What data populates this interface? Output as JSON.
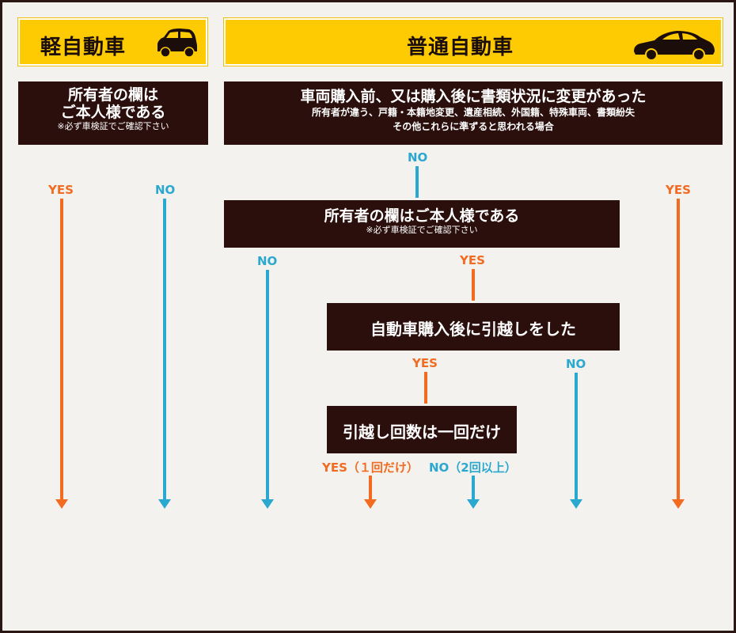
{
  "headers": {
    "kei": "軽自動車",
    "regular": "普通自動車"
  },
  "boxes": {
    "kei_question": {
      "line1": "所有者の欄は",
      "line2": "ご本人様である",
      "note": "※必ず車検証でご確認下さい"
    },
    "regular_question": {
      "line1": "車両購入前、又は購入後に書類状況に変更があった",
      "line2": "所有者が違う、戸籍・本籍地変更、遺産相続、外国籍、特殊車両、書類紛失",
      "line3": "その他これらに準ずると思われる場合"
    },
    "owner_question": {
      "line1": "所有者の欄はご本人様である",
      "note": "※必ず車検証でご確認下さい"
    },
    "moved_question": {
      "line1": "自動車購入後に引越しをした"
    },
    "moved_once_question": {
      "line1": "引越し回数は一回だけ"
    }
  },
  "labels": {
    "yes": "YES",
    "no": "NO",
    "yes_once": "YES（１回だけ）",
    "no_multiple": "NO（2回以上）"
  },
  "icons": [
    "kei-car-icon",
    "sedan-car-icon"
  ],
  "colors": {
    "yes": "#f26b21",
    "no": "#2aa8cf",
    "box": "#2b0f0d",
    "header": "#fecb03"
  }
}
